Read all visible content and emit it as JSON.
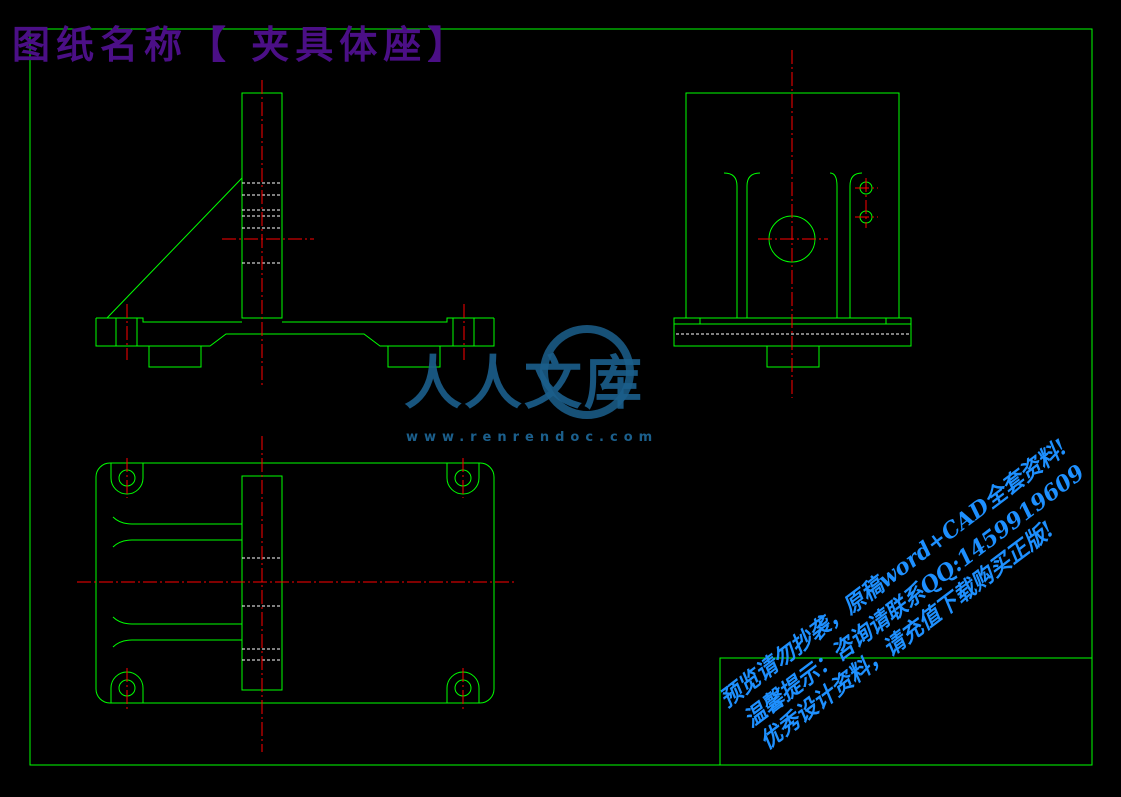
{
  "drawing": {
    "title": "图纸名称【 夹具体座】",
    "colors": {
      "background": "#000000",
      "outline": "#00ff00",
      "centerline": "#ff0000",
      "hidden": "#ffffff",
      "title": "#4b0f86",
      "watermark": "#1b5f8c",
      "notice": "#1e90ff"
    }
  },
  "watermark": {
    "brand": "人人文库",
    "url": "www.renrendoc.com"
  },
  "notice": {
    "line1": "预览请勿抄袭，原稿word+CAD全套资料!",
    "line2": "温馨提示：咨询请联系QQ:1459919609",
    "line3": "优秀设计资料，请充值下载购买正版!"
  }
}
